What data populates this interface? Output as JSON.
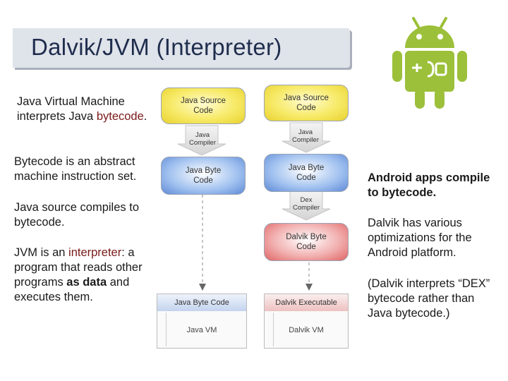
{
  "title": "Dalvik/JVM (Interpreter)",
  "left_text": {
    "p1_prefix": "Java Virtual Machine interprets Java ",
    "p1_highlight": "bytecode",
    "p1_suffix": ".",
    "p2": "Bytecode is an abstract machine instruction set.",
    "p3": "Java source compiles to bytecode.",
    "p4_a": "JVM is an ",
    "p4_b": "interpreter",
    "p4_c": ": a program that reads other programs ",
    "p4_d": "as data",
    "p4_e": " and executes them."
  },
  "right_text": {
    "p1": "Android apps compile to bytecode.",
    "p2": "Dalvik has various optimizations for the Android platform.",
    "p3": "(Dalvik interprets “DEX” bytecode rather than Java bytecode.)"
  },
  "diagram": {
    "jvm": {
      "source": "Java Source Code",
      "compiler": "Java Compiler",
      "bytecode": "Java Byte Code",
      "exec_head": "Java Byte Code",
      "vm": "Java VM"
    },
    "dalvik": {
      "source": "Java Source Code",
      "compiler": "Java Compiler",
      "bytecode": "Java Byte Code",
      "dex": "Dex Compiler",
      "dalvik_bytecode": "Dalvik Byte Code",
      "exec_head": "Dalvik Executable",
      "vm": "Dalvik VM"
    }
  },
  "colors": {
    "title": "#1f2d4d",
    "emphasis": "#7a1a1a",
    "android_green": "#9cc03a"
  },
  "logo_icon": "android-robot-icon"
}
